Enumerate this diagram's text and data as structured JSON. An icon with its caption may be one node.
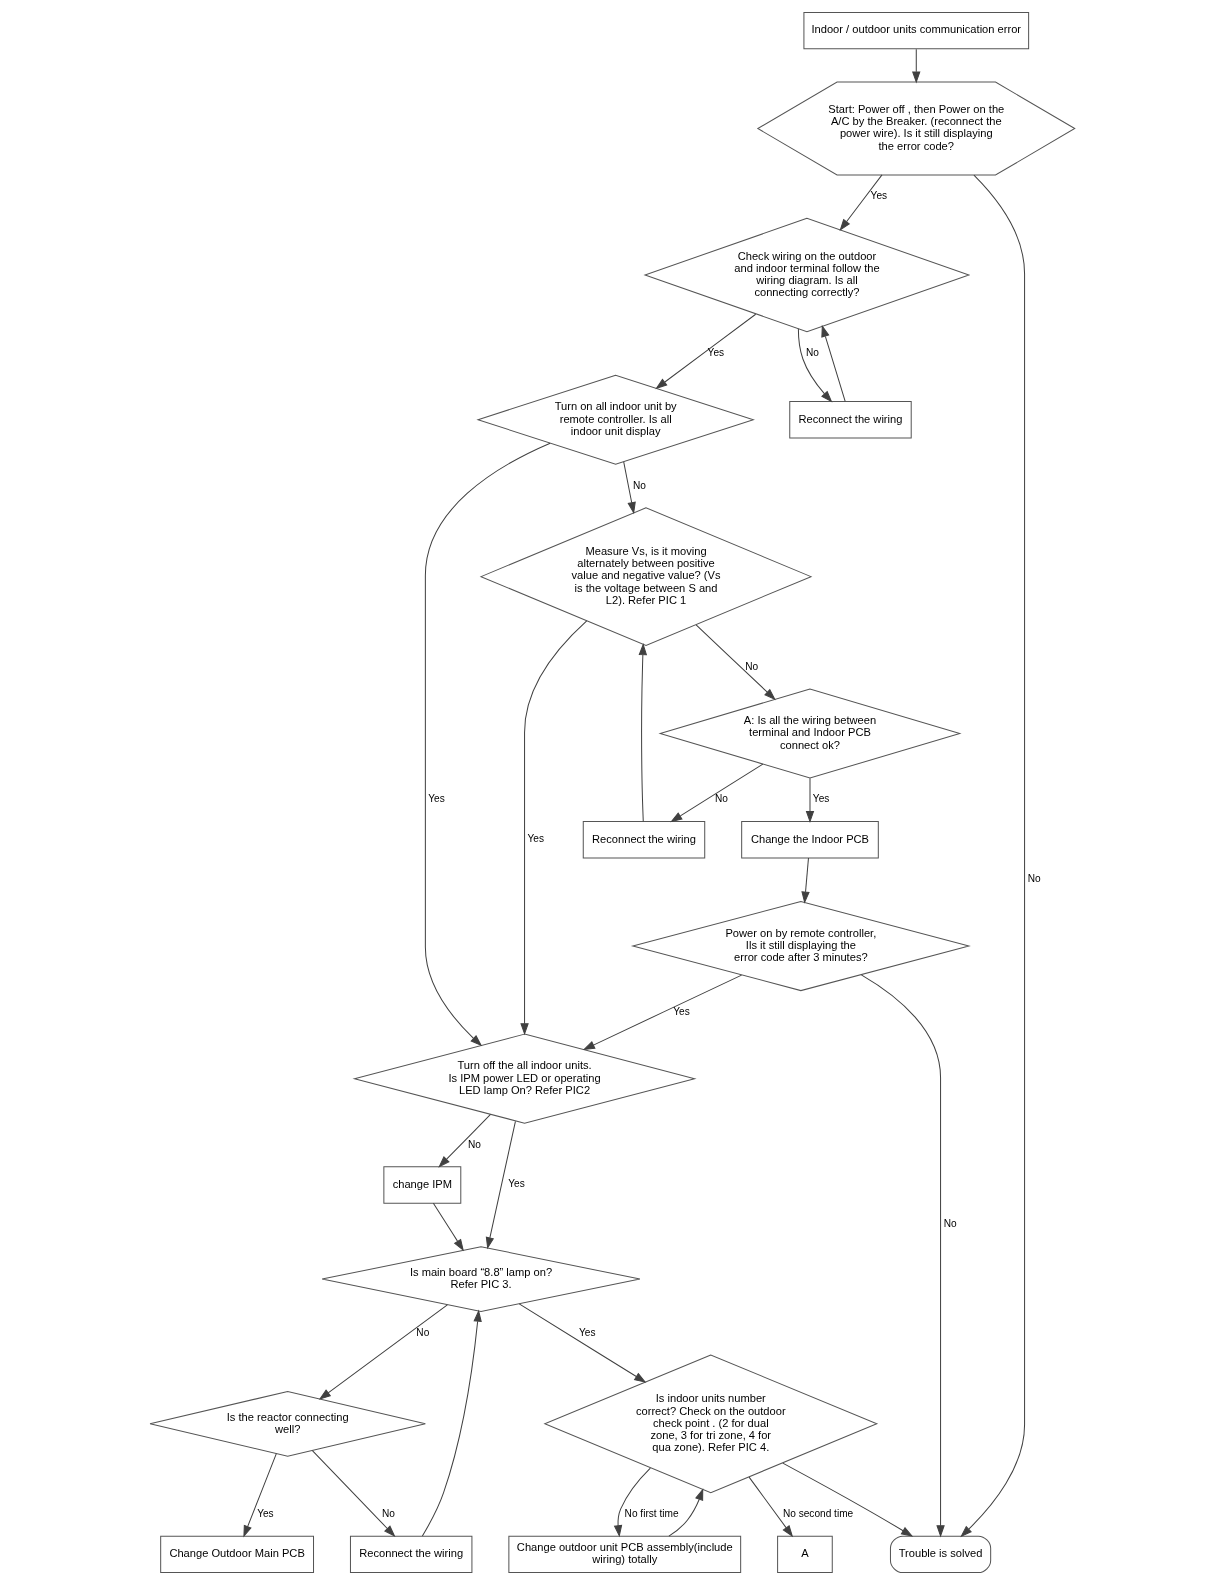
{
  "diagram": {
    "nodes": [
      {
        "text": [
          "Indoor / outdoor units communication error"
        ]
      },
      {
        "text": [
          "Start: Power off , then Power on the A/C by the Breaker. (reconnect the power wire). Is it still displaying the error code?"
        ]
      },
      {
        "text": [
          "Check wiring on the outdoor and indoor terminal follow the wiring diagram. Is all connecting correctly?"
        ]
      },
      {
        "text": [
          "Reconnect the wiring"
        ]
      },
      {
        "text": [
          "Reconnect the wiring"
        ]
      },
      {
        "text": [
          "Turn on all indoor unit by remote controller. Is all indoor unit display"
        ]
      },
      {
        "text": [
          "Measure Vs, is it moving alternately between positive value and negative value? (Vs is the voltage between S and L2). Refer PIC 1"
        ]
      },
      {
        "text": [
          "A: Is all the wiring between terminal and Indoor PCB connect ok?"
        ]
      },
      {
        "text": [
          "Change the Indoor PCB"
        ]
      },
      {
        "text": [
          "Turn off the all indoor units. Is IPM power LED or operating LED lamp On? Refer PIC2"
        ]
      },
      {
        "text": [
          "change IPM"
        ]
      },
      {
        "text": [
          "Power on by remote controller, Ils it still displaying the error code after 3 minutes?"
        ]
      },
      {
        "text": [
          "Is main board “8.8” lamp on? Refer PIC 3."
        ]
      },
      {
        "text": [
          "Is the reactor connecting well?"
        ]
      },
      {
        "text": [
          "Reconnect the wiring"
        ]
      },
      {
        "text": [
          "Change Outdoor Main PCB"
        ]
      },
      {
        "text": [
          "Is indoor units number correct? Check on the outdoor check point . (2 for dual zone, 3 for tri zone, 4 for qua zone). Refer PIC 4."
        ]
      },
      {
        "text": [
          "Change outdoor unit PCB assembly(include wiring) totally"
        ]
      },
      {
        "text": [
          "A"
        ]
      },
      {
        "text": [
          "Trouble is solved"
        ]
      }
    ],
    "edges": [
      {
        "from": 0,
        "to": 1,
        "arrow": "to"
      },
      {
        "from": 1,
        "to": 2,
        "arrow": "to",
        "label": "Yes"
      },
      {
        "from": 1,
        "to": 19,
        "arrow": "to",
        "label": "No"
      },
      {
        "from": 2,
        "to": 3,
        "arrow": "to",
        "label": "No"
      },
      {
        "from": 3,
        "to": 2,
        "arrow": "to"
      },
      {
        "from": 2,
        "to": 5,
        "arrow": "to",
        "label": "Yes"
      },
      {
        "from": 5,
        "to": 6,
        "arrow": "to",
        "label": "No"
      },
      {
        "from": 5,
        "to": 9,
        "arrow": "to",
        "label": "Yes"
      },
      {
        "from": 6,
        "to": 9,
        "arrow": "to",
        "label": "Yes"
      },
      {
        "from": 6,
        "to": 7,
        "arrow": "to",
        "label": "No"
      },
      {
        "from": 7,
        "to": 4,
        "arrow": "to",
        "label": "No"
      },
      {
        "from": 4,
        "to": 6,
        "arrow": "to"
      },
      {
        "from": 7,
        "to": 8,
        "arrow": "to",
        "label": "Yes"
      },
      {
        "from": 8,
        "to": 11,
        "arrow": "to"
      },
      {
        "from": 11,
        "to": 9,
        "arrow": "to",
        "label": "Yes"
      },
      {
        "from": 11,
        "to": 19,
        "arrow": "to",
        "label": "No"
      },
      {
        "from": 9,
        "to": 10,
        "arrow": "to",
        "label": "No"
      },
      {
        "from": 10,
        "to": 12,
        "arrow": "to"
      },
      {
        "from": 9,
        "to": 12,
        "arrow": "to",
        "label": "Yes"
      },
      {
        "from": 12,
        "to": 13,
        "arrow": "to",
        "label": "No"
      },
      {
        "from": 13,
        "to": 14,
        "arrow": "to",
        "label": "No"
      },
      {
        "from": 14,
        "to": 12,
        "arrow": "to"
      },
      {
        "from": 13,
        "to": 15,
        "arrow": "to",
        "label": "Yes"
      },
      {
        "from": 12,
        "to": 16,
        "arrow": "to",
        "label": "Yes"
      },
      {
        "from": 16,
        "to": 19,
        "arrow": "to"
      },
      {
        "from": 16,
        "to": 17,
        "arrow": "to",
        "label": "No first time"
      },
      {
        "from": 16,
        "to": 18,
        "arrow": "to",
        "label": "No second time"
      },
      {
        "from": 17,
        "to": 16,
        "arrow": "to"
      }
    ]
  }
}
